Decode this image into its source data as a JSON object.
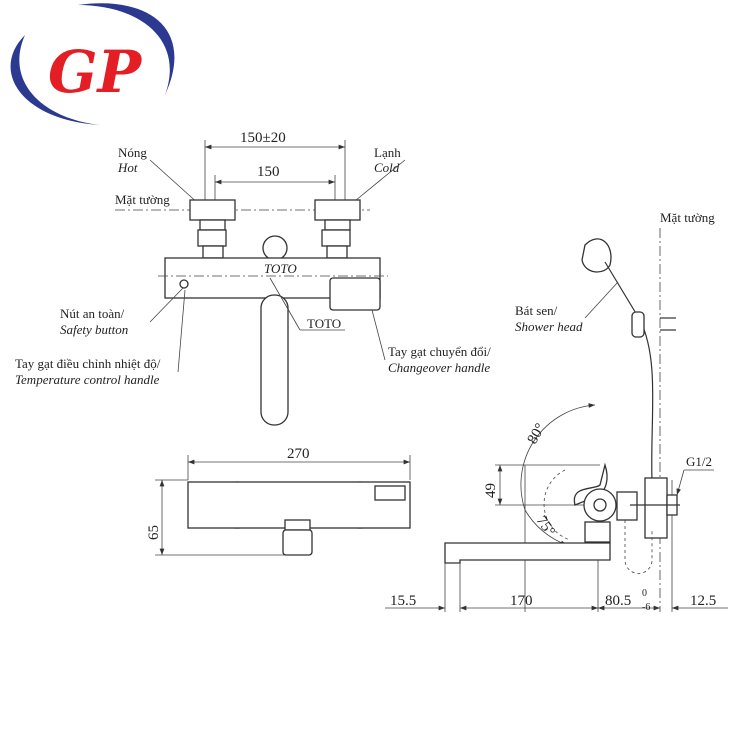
{
  "logo": {
    "text": "GP",
    "colors": {
      "ring": "#2b3990",
      "letters": "#e31e24"
    }
  },
  "top_view": {
    "dim_outer": "150±20",
    "dim_inner": "150",
    "hot_vi": "Nóng",
    "hot_en": "Hot",
    "cold_vi": "Lạnh",
    "cold_en": "Cold",
    "wall_label": "Mặt tường",
    "safety_vi": "Nút an toàn/",
    "safety_en": "Safety button",
    "temp_vi": "Tay gạt điều chỉnh nhiệt độ/",
    "temp_en": "Temperature control handle",
    "brand": "TOTO",
    "change_vi": "Tay gạt chuyển đổi/",
    "change_en": "Changeover handle"
  },
  "front_view": {
    "dim_width": "270",
    "dim_height": "65"
  },
  "side_view": {
    "wall_label": "Mặt tường",
    "shower_vi": "Bát sen/",
    "shower_en": "Shower head",
    "angle_up": "80°",
    "angle_down": "75°",
    "dim_handle": "49",
    "thread": "G1/2",
    "dim_a": "15.5",
    "dim_b": "170",
    "dim_c": "80.5",
    "dim_c_upper": "0",
    "dim_c_lower": "-6",
    "dim_d": "12.5"
  }
}
